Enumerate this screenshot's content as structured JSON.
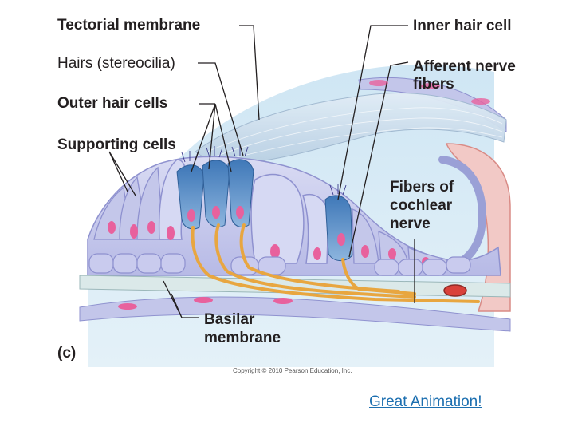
{
  "figure": {
    "panel_letter": "(c)",
    "copyright": "Copyright © 2010 Pearson Education, Inc.",
    "labels": {
      "tectorial_membrane": "Tectorial membrane",
      "hairs_stereocilia": "Hairs (stereocilia)",
      "outer_hair_cells": "Outer hair cells",
      "supporting_cells": "Supporting cells",
      "inner_hair_cell": "Inner hair cell",
      "afferent_nerve_fibers_line1": "Afferent nerve",
      "afferent_nerve_fibers_line2": "fibers",
      "fibers_cochlear_nerve_line1": "Fibers of",
      "fibers_cochlear_nerve_line2": "cochlear",
      "fibers_cochlear_nerve_line3": "nerve",
      "basilar_membrane_line1": "Basilar",
      "basilar_membrane_line2": "membrane"
    }
  },
  "link": {
    "text": "Great Animation!"
  },
  "colors": {
    "cell_fill": "#c7c9ec",
    "cell_outline": "#8f92cf",
    "nucleus": "#e8619d",
    "hair_cell": "#5a8fc9",
    "tectorial": "#cfe0ef",
    "nerve": "#e8a640",
    "vessel": "#e8a3a3",
    "link": "#1c6fb0"
  }
}
